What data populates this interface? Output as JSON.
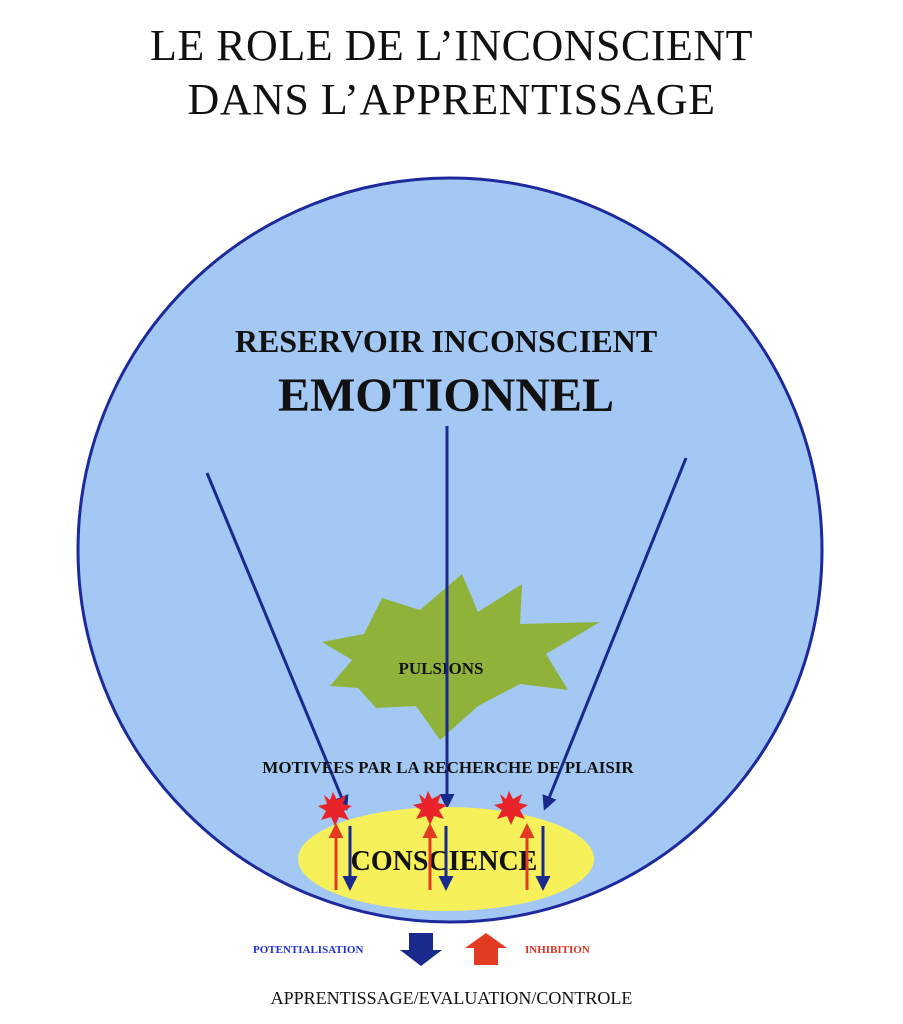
{
  "title": {
    "line1": "LE ROLE DE L’INCONSCIENT",
    "line2": "DANS L’APPRENTISSAGE"
  },
  "diagram": {
    "reservoir_line1": "RESERVOIR INCONSCIENT",
    "reservoir_line2": "EMOTIONNEL",
    "pulsions": "PULSIONS",
    "motivation": "MOTIVEES PAR LA RECHERCHE DE PLAISIR",
    "conscience": "CONSCIENCE"
  },
  "legend": {
    "potentialisation": "POTENTIALISATION",
    "inhibition": "INHIBITION"
  },
  "footer": "APPRENTISSAGE/EVALUATION/CONTROLE",
  "colors": {
    "circle_fill": "#a4c8f4",
    "circle_stroke": "#1d2a9e",
    "starburst": "#8fb33a",
    "ellipse": "#f6f05a",
    "down_arrow": "#1a2a8c",
    "up_arrow": "#e33a22",
    "spark": "#e8242a"
  }
}
